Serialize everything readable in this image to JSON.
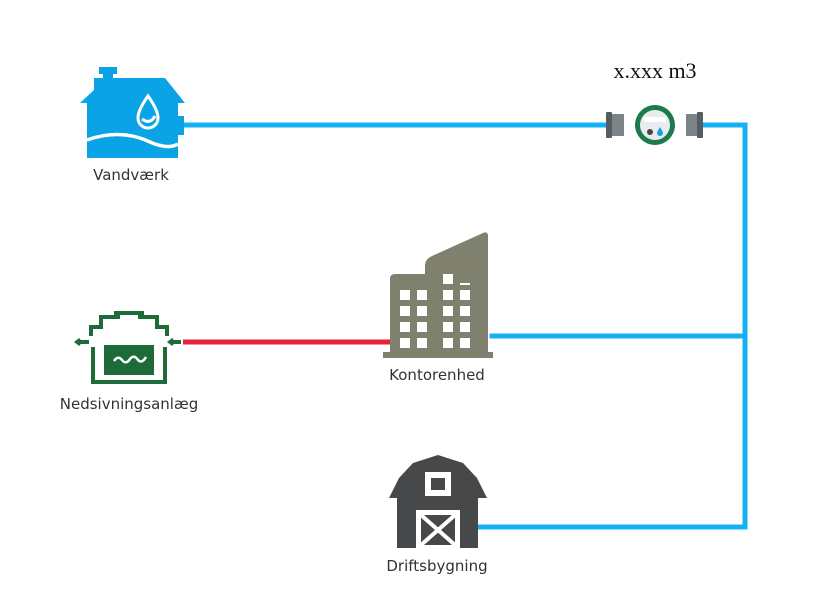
{
  "meter": {
    "reading": "x.xxx m3"
  },
  "nodes": {
    "waterworks": {
      "label": "Vandværk",
      "icon": "waterworks-house-icon"
    },
    "infiltration": {
      "label": "Nedsivningsanlæg",
      "icon": "infiltration-system-icon"
    },
    "office": {
      "label": "Kontorenhed",
      "icon": "office-building-icon"
    },
    "farm": {
      "label": "Driftsbygning",
      "icon": "barn-icon"
    }
  },
  "colors": {
    "water_pipe": "#16b0f4",
    "wastewater_pipe": "#e8203a",
    "waterworks": "#0aa3e6",
    "infiltration": "#1e6b3a",
    "office": "#7f806d",
    "barn": "#474849",
    "meter_ring": "#1e7a4c"
  }
}
